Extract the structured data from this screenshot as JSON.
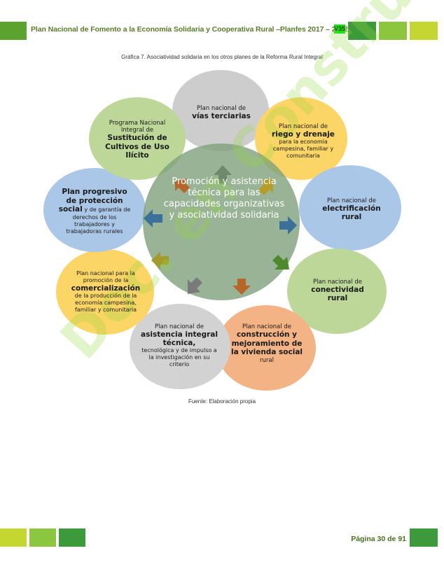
{
  "header": {
    "title": "Plan Nacional de Fomento a la Economía Solidaria y Cooperativa Rural –Planfes 2017 – 2032",
    "version": "V35"
  },
  "figure": {
    "caption": "Gráfica 7. Asociatividad solidaria en los otros planes de la Reforma Rural Integral",
    "center": "Promoción y asistencia técnica para las capacidades organizativas y asociatividad solidaria",
    "source": "Fuente: Elaboración propia"
  },
  "petals": {
    "vias": {
      "pre": "Plan nacional de",
      "bold": "vías terciarias",
      "post": ""
    },
    "riego": {
      "pre": "Plan nacional de",
      "bold": "riego y drenaje",
      "post": "para la economía campesina, familiar y comunitaria"
    },
    "electrificacion": {
      "pre": "Plan nacional de",
      "bold": "electrificación rural",
      "post": ""
    },
    "conectividad": {
      "pre": "Plan nacional de",
      "bold": "conectividad rural",
      "post": ""
    },
    "vivienda": {
      "pre": "Plan nacional de",
      "bold": "construcción y mejoramiento de la vivienda social",
      "post": "rural"
    },
    "asistencia": {
      "pre": "Plan nacional de",
      "bold": "asistencia integral técnica,",
      "post": "tecnológica y de impulso a la investigación en su criterio"
    },
    "comercializacion": {
      "pre": "Plan nacional para la promoción de la",
      "bold": "comercialización",
      "post": "de la producción de la economía campesina, familiar y comunitaria"
    },
    "proteccion": {
      "pre": "",
      "bold": "Plan progresivo de protección social",
      "post": "y de garantía de derechos de los trabajadores y trabajadoras rurales"
    },
    "sustitucion": {
      "pre": "Programa Nacional Integral de",
      "bold": "Sustitución de Cultivos de Uso Ilícito",
      "post": ""
    }
  },
  "watermark": "Doc. en Construcción",
  "footer": {
    "page": "Página 30 de 91"
  },
  "colors": {
    "gray": "#c9c9c9",
    "yellow": "#fbd25a",
    "blue": "#a3c3e6",
    "green": "#b7d48f",
    "orange": "#f2ad7a",
    "center": "#7ea07a"
  }
}
